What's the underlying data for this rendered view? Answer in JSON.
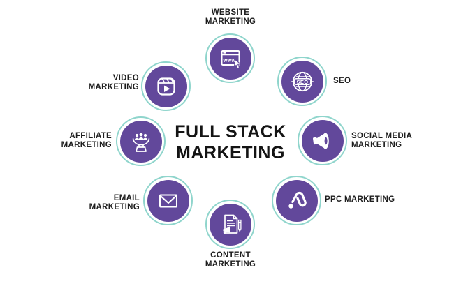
{
  "title": {
    "text": "FULL STACK\nMARKETING"
  },
  "colors": {
    "purple": "#62489b",
    "ring": "#8fd5cc",
    "label": "#1e1e1e",
    "title": "#141414"
  },
  "nodes": [
    {
      "id": "website-marketing",
      "label": "WEBSITE\nMARKETING",
      "icon": "browser-www-icon",
      "icon_text": "www"
    },
    {
      "id": "seo",
      "label": "SEO",
      "icon": "seo-globe-icon",
      "icon_text": "SEO"
    },
    {
      "id": "social-media-marketing",
      "label": "SOCIAL MEDIA\nMARKETING",
      "icon": "megaphone-icon"
    },
    {
      "id": "ppc-marketing",
      "label": "PPC MARKETING",
      "icon": "google-ads-icon"
    },
    {
      "id": "content-marketing",
      "label": "CONTENT\nMARKETING",
      "icon": "document-pencil-icon"
    },
    {
      "id": "email-marketing",
      "label": "EMAIL\nMARKETING",
      "icon": "envelope-icon"
    },
    {
      "id": "affiliate-marketing",
      "label": "AFFILIATE\nMARKETING",
      "icon": "people-funnel-icon"
    },
    {
      "id": "video-marketing",
      "label": "VIDEO\nMARKETING",
      "icon": "reels-play-icon"
    }
  ]
}
